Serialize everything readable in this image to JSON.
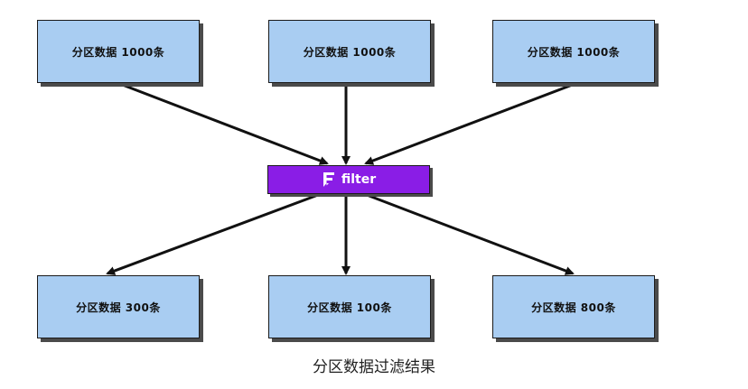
{
  "colors": {
    "box_fill": "#a9cdf2",
    "filter_fill": "#8a1de6",
    "arrow": "#111111"
  },
  "sources": [
    {
      "label": "分区数据 1000条"
    },
    {
      "label": "分区数据 1000条"
    },
    {
      "label": "分区数据 1000条"
    }
  ],
  "filter": {
    "label": "filter",
    "icon": "filter-logo-icon"
  },
  "results": [
    {
      "label": "分区数据 300条"
    },
    {
      "label": "分区数据 100条"
    },
    {
      "label": "分区数据 800条"
    }
  ],
  "caption": "分区数据过滤结果"
}
